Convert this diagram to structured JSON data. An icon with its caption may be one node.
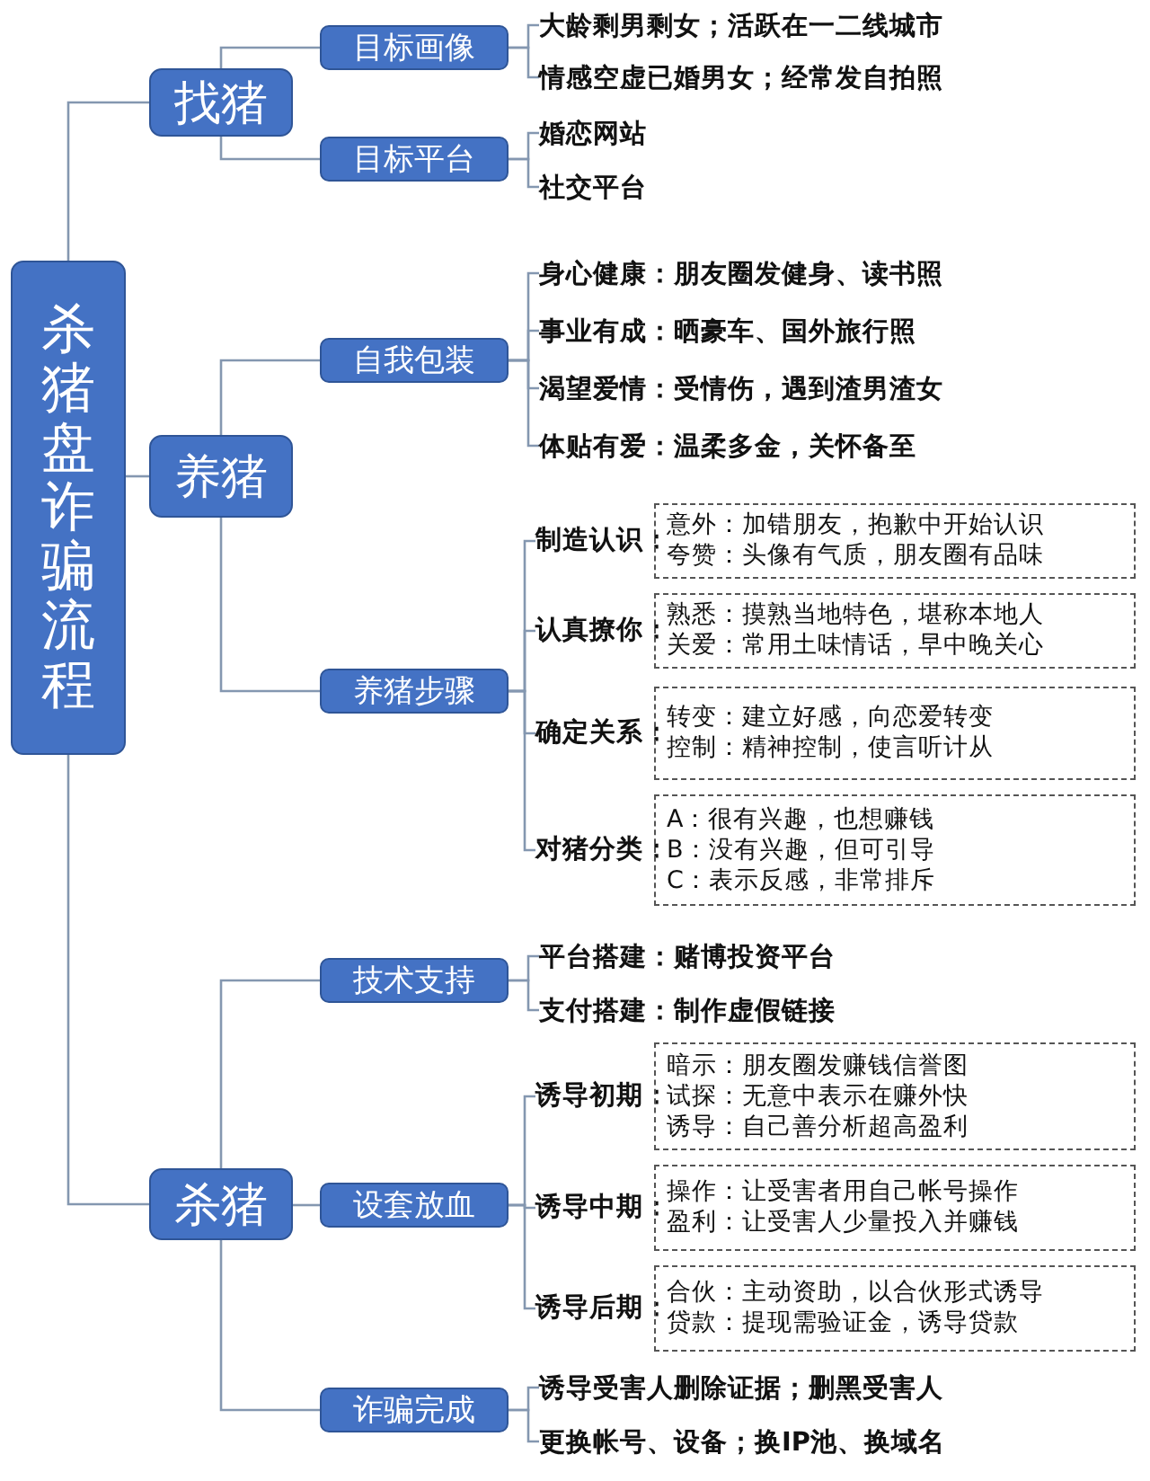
{
  "diagram": {
    "nodes": [
      {
        "text": [
          "杀猪盘诈骗流程"
        ]
      },
      {
        "text": [
          "找猪"
        ]
      },
      {
        "text": [
          "目标画像"
        ]
      },
      {
        "text": [
          "目标平台"
        ]
      },
      {
        "text": [
          "养猪"
        ]
      },
      {
        "text": [
          "自我包装"
        ]
      },
      {
        "text": [
          "养猪步骤"
        ]
      },
      {
        "text": [
          "杀猪"
        ]
      },
      {
        "text": [
          "技术支持"
        ]
      },
      {
        "text": [
          "设套放血"
        ]
      },
      {
        "text": [
          "诈骗完成"
        ]
      },
      {
        "text": [
          "大龄剩男剩女；活跃在一二线城市"
        ]
      },
      {
        "text": [
          "情感空虚已婚男女；经常发自拍照"
        ]
      },
      {
        "text": [
          "婚恋网站"
        ]
      },
      {
        "text": [
          "社交平台"
        ]
      },
      {
        "text": [
          "身心健康：朋友圈发健身、读书照"
        ]
      },
      {
        "text": [
          "事业有成：晒豪车、国外旅行照"
        ]
      },
      {
        "text": [
          "渴望爱情：受情伤，遇到渣男渣女"
        ]
      },
      {
        "text": [
          "体贴有爱：温柔多金，关怀备至"
        ]
      },
      {
        "text": [
          "意外：加错朋友，抱歉中开始认识",
          "夸赞：头像有气质，朋友圈有品味"
        ],
        "beside": [
          "制造认识："
        ]
      },
      {
        "text": [
          "熟悉：摸熟当地特色，堪称本地人",
          "关爱：常用土味情话，早中晚关心"
        ],
        "beside": [
          "认真撩你："
        ]
      },
      {
        "text": [
          "转变：建立好感，向恋爱转变",
          "控制：精神控制，使言听计从"
        ],
        "beside": [
          "确定关系："
        ]
      },
      {
        "text": [
          "A：很有兴趣，也想赚钱",
          "B：没有兴趣，但可引导",
          "C：表示反感，非常排斥"
        ],
        "beside": [
          "对猪分类："
        ]
      },
      {
        "text": [
          "平台搭建：赌博投资平台"
        ]
      },
      {
        "text": [
          "支付搭建：制作虚假链接"
        ]
      },
      {
        "text": [
          "暗示：朋友圈发赚钱信誉图",
          "试探：无意中表示在赚外快",
          "诱导：自己善分析超高盈利"
        ],
        "beside": [
          "诱导初期："
        ]
      },
      {
        "text": [
          "操作：让受害者用自己帐号操作",
          "盈利：让受害人少量投入并赚钱"
        ],
        "beside": [
          "诱导中期："
        ]
      },
      {
        "text": [
          "合伙：主动资助，以合伙形式诱导",
          "贷款：提现需验证金，诱导贷款"
        ],
        "beside": [
          "诱导后期："
        ]
      },
      {
        "text": [
          "诱导受害人删除证据；删黑受害人"
        ]
      },
      {
        "text": [
          "更换帐号、设备；换IP池、换域名"
        ]
      }
    ],
    "edges": [
      {
        "from": 0,
        "to": 1,
        "arrow": "none"
      },
      {
        "from": 0,
        "to": 4,
        "arrow": "none"
      },
      {
        "from": 0,
        "to": 7,
        "arrow": "none"
      },
      {
        "from": 1,
        "to": 2,
        "arrow": "none"
      },
      {
        "from": 1,
        "to": 3,
        "arrow": "none"
      },
      {
        "from": 4,
        "to": 5,
        "arrow": "none"
      },
      {
        "from": 4,
        "to": 6,
        "arrow": "none"
      },
      {
        "from": 7,
        "to": 8,
        "arrow": "none"
      },
      {
        "from": 7,
        "to": 9,
        "arrow": "none"
      },
      {
        "from": 7,
        "to": 10,
        "arrow": "none"
      },
      {
        "from": 2,
        "to": 11,
        "arrow": "none"
      },
      {
        "from": 2,
        "to": 12,
        "arrow": "none"
      },
      {
        "from": 3,
        "to": 13,
        "arrow": "none"
      },
      {
        "from": 3,
        "to": 14,
        "arrow": "none"
      },
      {
        "from": 5,
        "to": 15,
        "arrow": "none"
      },
      {
        "from": 5,
        "to": 16,
        "arrow": "none"
      },
      {
        "from": 5,
        "to": 17,
        "arrow": "none"
      },
      {
        "from": 5,
        "to": 18,
        "arrow": "none"
      },
      {
        "from": 6,
        "to": 19,
        "arrow": "none"
      },
      {
        "from": 6,
        "to": 20,
        "arrow": "none"
      },
      {
        "from": 6,
        "to": 21,
        "arrow": "none"
      },
      {
        "from": 6,
        "to": 22,
        "arrow": "none"
      },
      {
        "from": 8,
        "to": 23,
        "arrow": "none"
      },
      {
        "from": 8,
        "to": 24,
        "arrow": "none"
      },
      {
        "from": 9,
        "to": 25,
        "arrow": "none"
      },
      {
        "from": 9,
        "to": 26,
        "arrow": "none"
      },
      {
        "from": 9,
        "to": 27,
        "arrow": "none"
      },
      {
        "from": 10,
        "to": 28,
        "arrow": "none"
      },
      {
        "from": 10,
        "to": 29,
        "arrow": "none"
      }
    ]
  }
}
